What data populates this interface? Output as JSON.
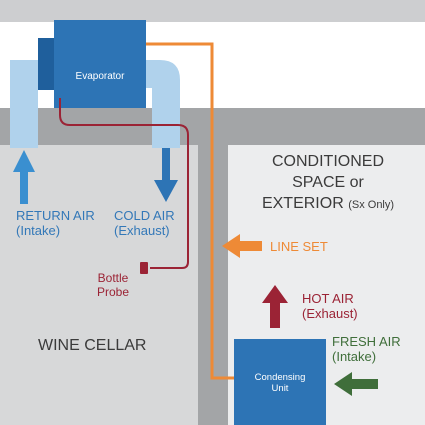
{
  "colors": {
    "top_band": "#cdced0",
    "wall": "#a3a5a7",
    "cellar": "#d7d8d9",
    "exterior": "#ecedee",
    "duct": "#b0d2ec",
    "unit_blue": "#2d74b5",
    "probe_red": "#9b2335",
    "line_set_orange": "#ee8a36",
    "fresh_green": "#3f6e3a",
    "text_blue": "#3378b8",
    "text_dark": "#3b3b3b"
  },
  "labels": {
    "evaporator": "Evaporator",
    "return_air": "RETURN AIR",
    "return_air_sub": "(Intake)",
    "cold_air": "COLD AIR",
    "cold_air_sub": "(Exhaust)",
    "bottle_probe_1": "Bottle",
    "bottle_probe_2": "Probe",
    "conditioned_1": "CONDITIONED",
    "conditioned_2": "SPACE or",
    "conditioned_3": "EXTERIOR",
    "conditioned_note": "(Sx Only)",
    "line_set": "LINE SET",
    "hot_air": "HOT AIR",
    "hot_air_sub": "(Exhaust)",
    "fresh_air": "FRESH AIR",
    "fresh_air_sub": "(Intake)",
    "wine_cellar": "WINE CELLAR",
    "condensing_1": "Condensing",
    "condensing_2": "Unit"
  },
  "icons": {
    "return_air_arrow": "arrow-up-icon",
    "cold_air_arrow": "arrow-down-icon",
    "line_set_arrow": "arrow-left-icon",
    "hot_air_arrow": "arrow-up-icon",
    "fresh_air_arrow": "arrow-left-icon"
  }
}
